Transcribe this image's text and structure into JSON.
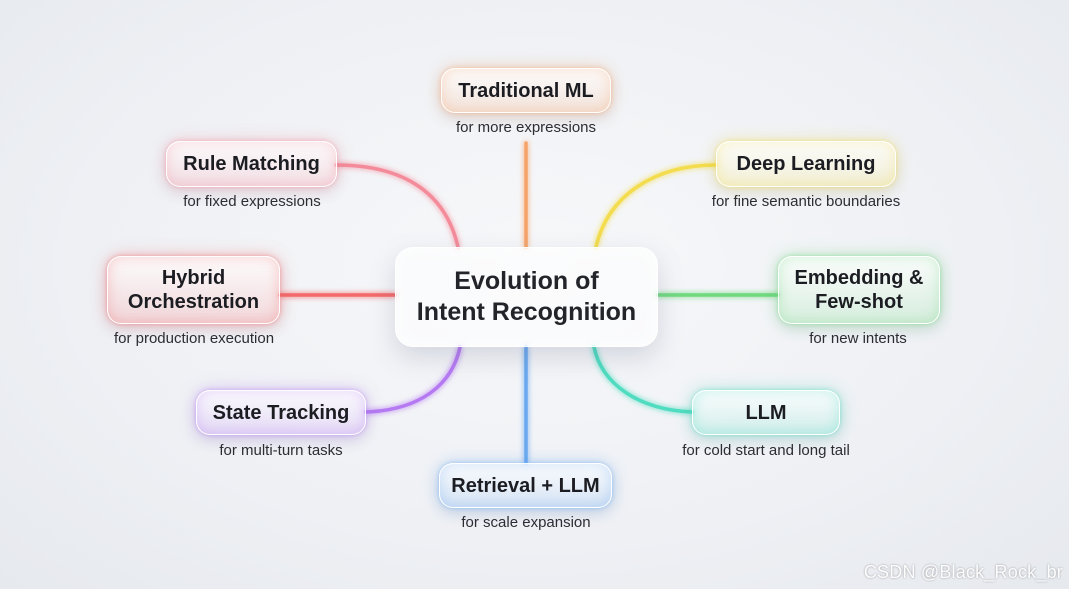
{
  "center": {
    "line1": "Evolution of",
    "line2": "Intent Recognition"
  },
  "nodes": {
    "traditional_ml": {
      "title": "Traditional ML",
      "subtitle": "for more expressions",
      "color": "#f6a36a"
    },
    "rule_matching": {
      "title": "Rule Matching",
      "subtitle": "for fixed expressions",
      "color": "#f48b9a"
    },
    "deep_learning": {
      "title": "Deep Learning",
      "subtitle": "for fine semantic boundaries",
      "color": "#f3dc4e"
    },
    "hybrid_orchestration": {
      "title_line1": "Hybrid",
      "title_line2": "Orchestration",
      "subtitle": "for production execution",
      "color": "#f46a6a"
    },
    "embedding_fewshot": {
      "title_line1": "Embedding &",
      "title_line2": "Few-shot",
      "subtitle": "for new intents",
      "color": "#6fd97e"
    },
    "state_tracking": {
      "title": "State Tracking",
      "subtitle": "for multi-turn tasks",
      "color": "#b57af2"
    },
    "llm": {
      "title": "LLM",
      "subtitle": "for cold start and long tail",
      "color": "#4fdcc0"
    },
    "retrieval_llm": {
      "title": "Retrieval + LLM",
      "subtitle": "for scale expansion",
      "color": "#6aa9f0"
    }
  },
  "watermark": "CSDN @Black_Rock_br"
}
